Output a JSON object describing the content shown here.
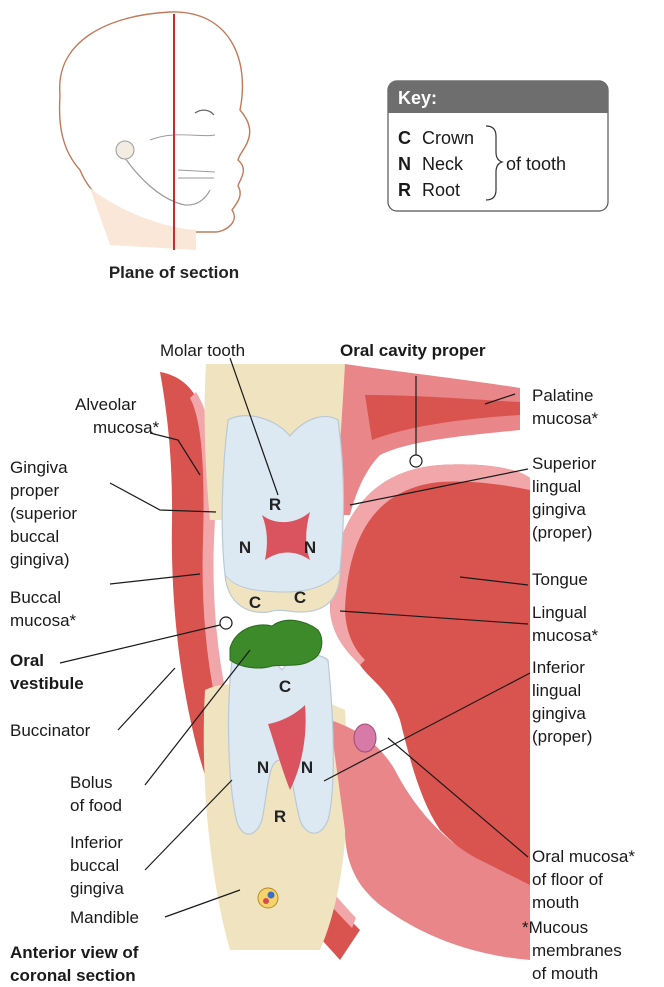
{
  "plane_label": "Plane of section",
  "key": {
    "title": "Key:",
    "items": [
      {
        "letter": "C",
        "text": "Crown"
      },
      {
        "letter": "N",
        "text": "Neck"
      },
      {
        "letter": "R",
        "text": "Root"
      }
    ],
    "group_label": "of tooth"
  },
  "labels": {
    "molar_tooth": "Molar tooth",
    "oral_cavity_proper": "Oral cavity proper",
    "alveolar_mucosa": [
      "Alveolar",
      "mucosa*"
    ],
    "gingiva_proper": [
      "Gingiva",
      "proper",
      "(superior",
      "buccal",
      "gingiva)"
    ],
    "buccal_mucosa": [
      "Buccal",
      "mucosa*"
    ],
    "oral_vestibule": [
      "Oral",
      "vestibule"
    ],
    "buccinator": "Buccinator",
    "bolus": [
      "Bolus",
      "of food"
    ],
    "inferior_buccal_gingiva": [
      "Inferior",
      "buccal",
      "gingiva"
    ],
    "mandible": "Mandible",
    "anterior_view": [
      "Anterior view of",
      "coronal section"
    ],
    "palatine_mucosa": [
      "Palatine",
      "mucosa*"
    ],
    "superior_lingual_gingiva": [
      "Superior",
      "lingual",
      "gingiva",
      "(proper)"
    ],
    "tongue": "Tongue",
    "lingual_mucosa": [
      "Lingual",
      "mucosa*"
    ],
    "inferior_lingual_gingiva": [
      "Inferior",
      "lingual",
      "gingiva",
      "(proper)"
    ],
    "oral_mucosa_floor": [
      "Oral mucosa*",
      "of floor of",
      "mouth"
    ],
    "mucous_membranes": [
      "*Mucous",
      "membranes",
      "of mouth"
    ]
  },
  "tooth_letters": {
    "upper": {
      "root": "R",
      "neck_left": "N",
      "neck_right": "N",
      "crown_left": "C",
      "crown_right": "C"
    },
    "lower": {
      "crown": "C",
      "neck_left": "N",
      "neck_right": "N",
      "root": "R"
    }
  },
  "colors": {
    "mucosa": "#e8868a",
    "muscle": "#d9534f",
    "bone": "#efe3c0",
    "tooth": "#dde9f2",
    "pulp": "#d9545e",
    "bolus": "#3c8a2a",
    "key_header": "#6e6e6e",
    "plane_line": "#cc2b2b"
  }
}
